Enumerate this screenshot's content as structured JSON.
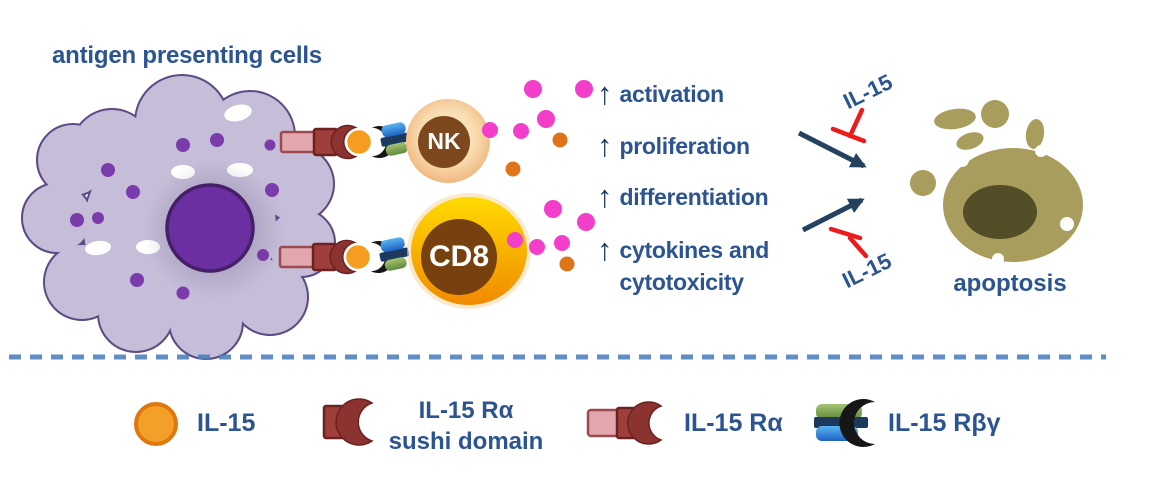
{
  "title": "antigen presenting cells",
  "cells": {
    "nk": "NK",
    "cd8": "CD8"
  },
  "arrow_glyph": "↑",
  "effects": [
    {
      "label": "activation"
    },
    {
      "label": "proliferation"
    },
    {
      "label": "differentiation"
    },
    {
      "label": "cytokines and",
      "label2": "cytotoxicity"
    }
  ],
  "inhibitors": {
    "top": "IL-15",
    "bottom": "IL-15"
  },
  "apoptosis_label": "apoptosis",
  "legend": [
    {
      "label": "IL-15"
    },
    {
      "label": "IL-15 Rα",
      "label2": "sushi domain"
    },
    {
      "label": "IL-15 Rα"
    },
    {
      "label": "IL-15 Rβγ"
    }
  ],
  "colors": {
    "text_blue": "#2b5490",
    "arrow_navy": "#24415f",
    "inhibit_red": "#ed1c1c",
    "il15_orange": "#f49d20",
    "magenta": "#f23ec9",
    "dot_orange": "#df7518",
    "apc_fill": "#c6bdd9",
    "olive": "#a89d5c",
    "divider_blue": "#4f81bd"
  }
}
